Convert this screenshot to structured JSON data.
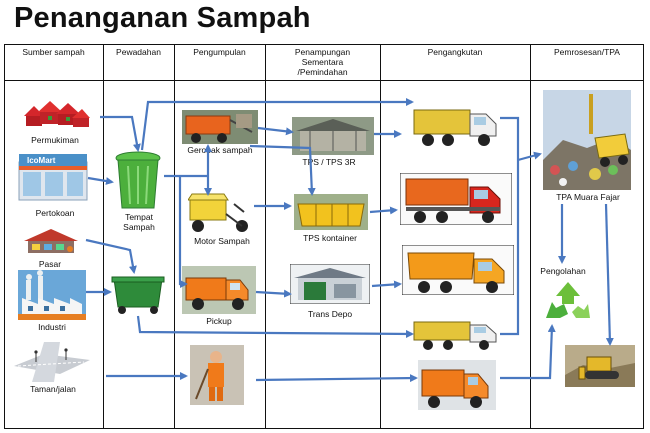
{
  "title": "Penanganan Sampah",
  "headers": {
    "sumber": "Sumber sampah",
    "pewadahan": "Pewadahan",
    "pengumpulan": "Pengumpulan",
    "penampungan": "Penampungan\nSementara\n/Pemindahan",
    "pengangkutan": "Pengangkutan",
    "pemrosesan": "Pemrosesan/TPA"
  },
  "labels": {
    "permukiman": "Permukiman",
    "pertokoan": "Pertokoan",
    "pasar": "Pasar",
    "industri": "Industri",
    "taman": "Taman/jalan",
    "tempat_sampah": "Tempat\nSampah",
    "gerobak": "Gerobak sampah",
    "motor": "Motor Sampah",
    "pickup": "Pickup",
    "tps3r": "TPS / TPS 3R",
    "tps_kontainer": "TPS kontainer",
    "trans_depo": "Trans Depo",
    "tpa": "TPA Muara Fajar",
    "pengolahan": "Pengolahan",
    "store_sign": "IcoMart"
  },
  "colors": {
    "arrow": "#4a78c0",
    "truck_yellow": "#e4c43a",
    "truck_orange": "#f07a1a",
    "bin_green": "#4caf3c",
    "container_green": "#2e8b3a",
    "roof_red": "#d4262b"
  }
}
